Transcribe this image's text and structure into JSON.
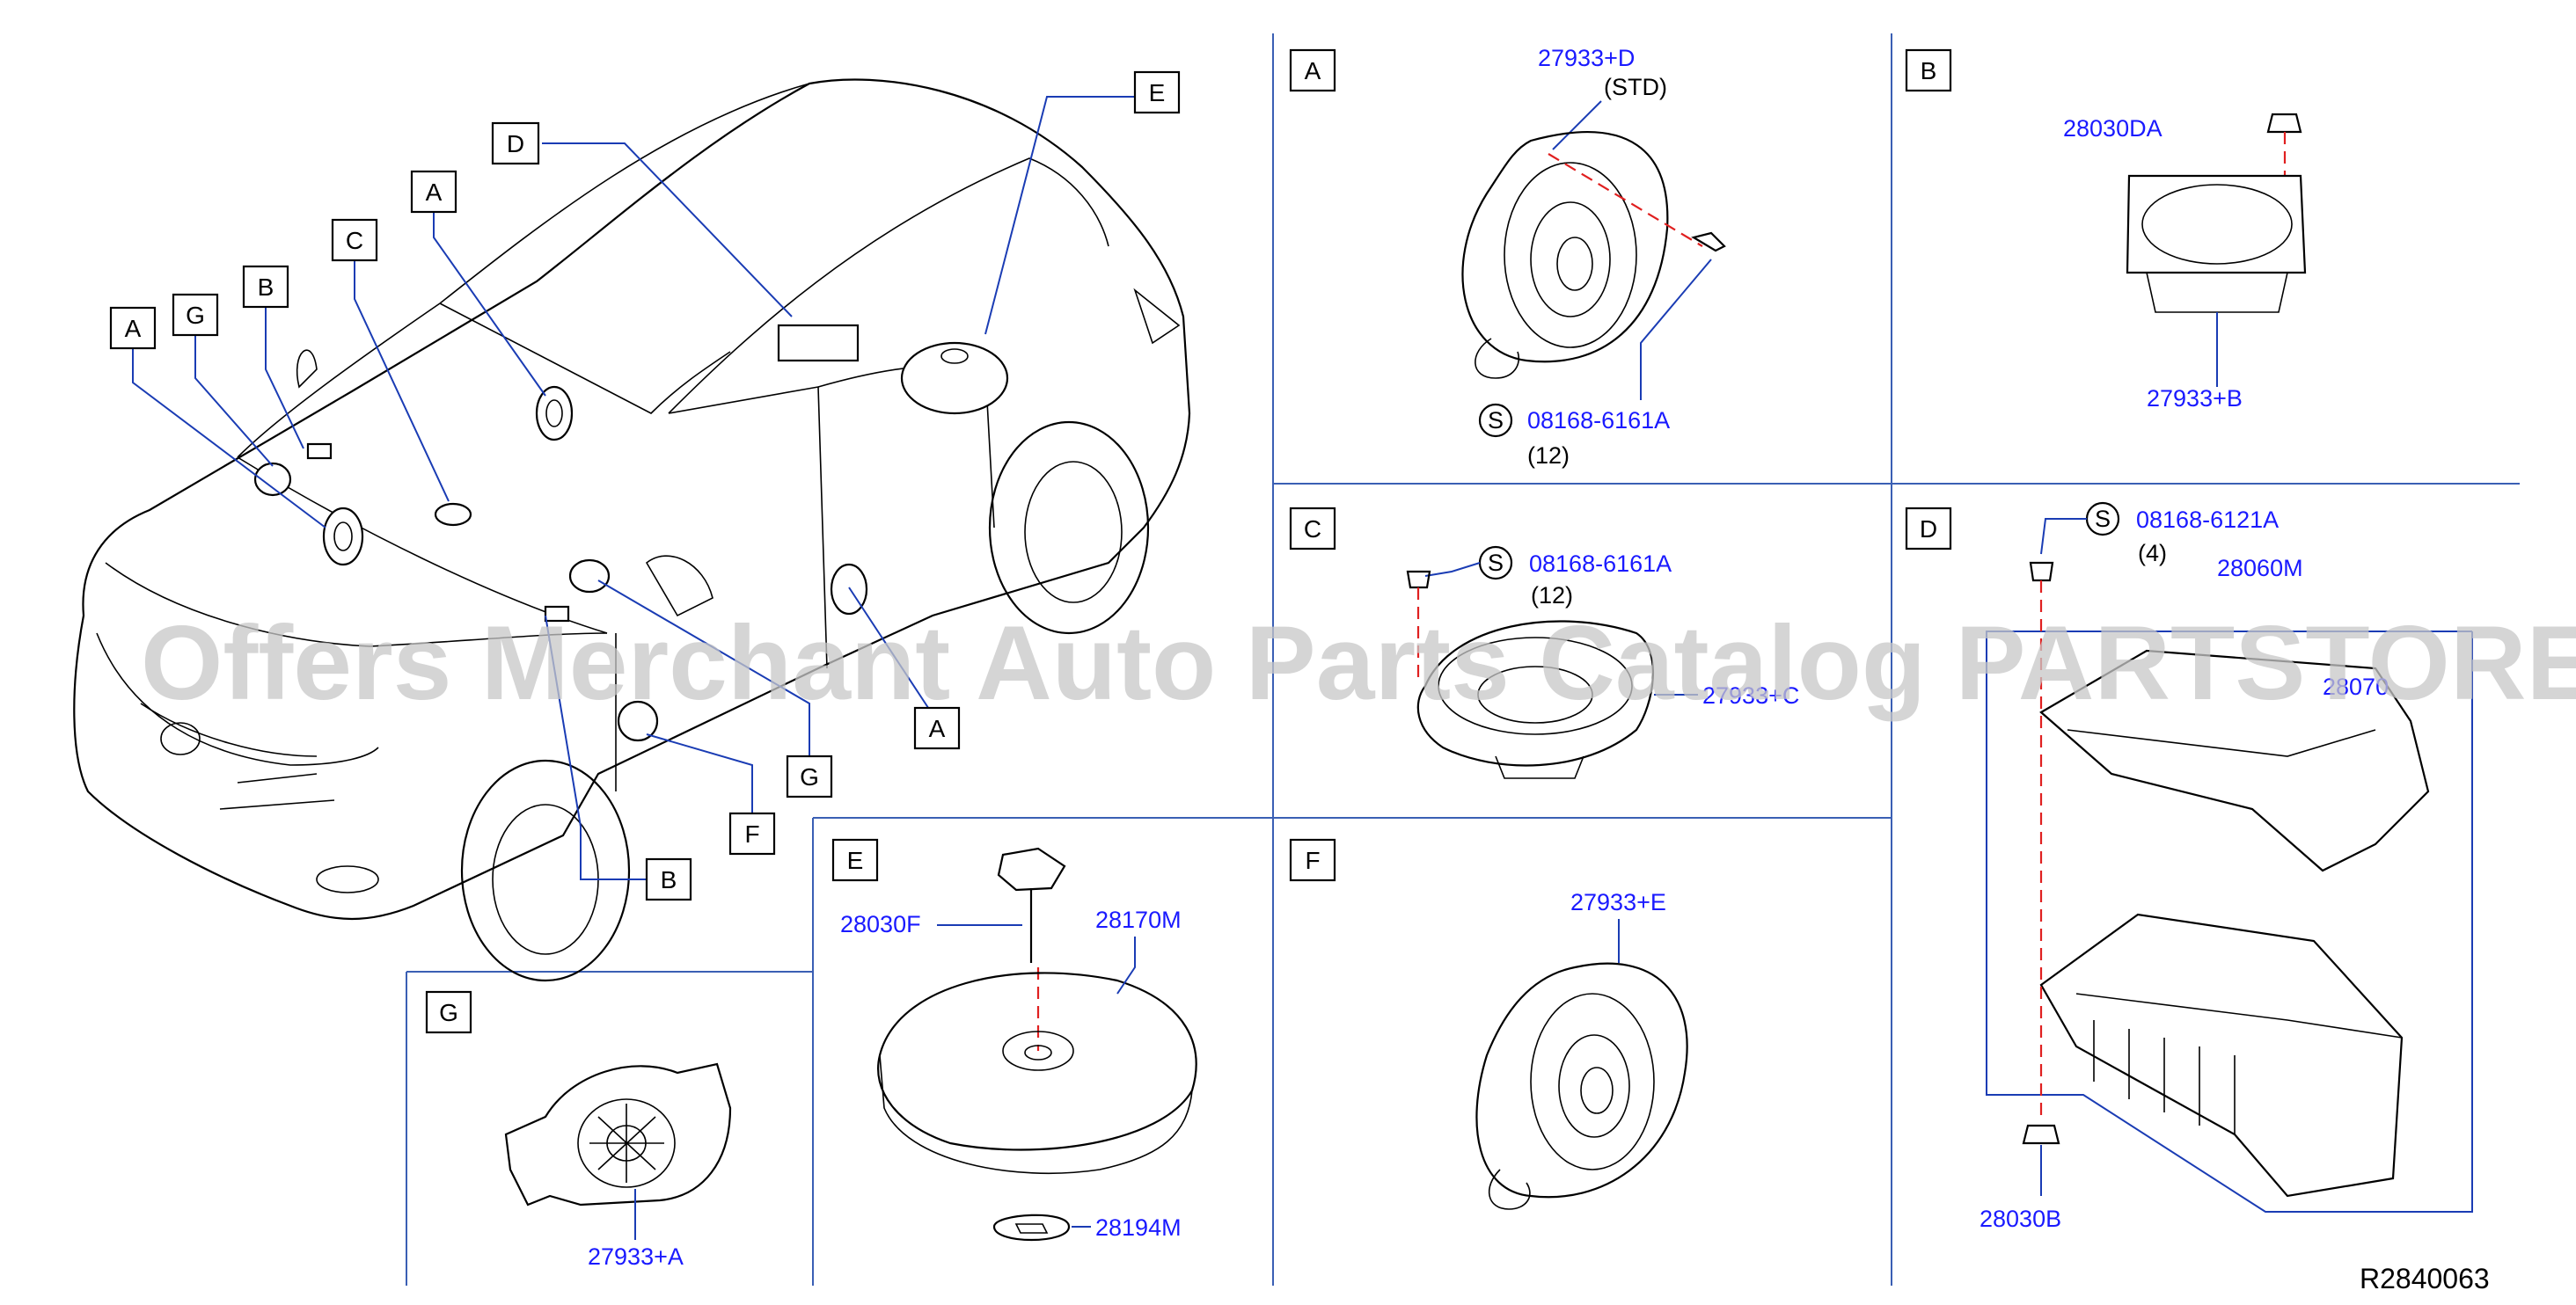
{
  "callouts": {
    "A": "A",
    "B": "B",
    "C": "C",
    "D": "D",
    "E": "E",
    "F": "F",
    "G": "G"
  },
  "panels": {
    "A": {
      "letter": "A",
      "part_main": "27933+D",
      "note_main": "(STD)",
      "screw_symbol": "S",
      "screw_part": "08168-6161A",
      "screw_qty": "(12)"
    },
    "B": {
      "letter": "B",
      "part_top": "28030DA",
      "part_main": "27933+B"
    },
    "C": {
      "letter": "C",
      "screw_symbol": "S",
      "screw_part": "08168-6161A",
      "screw_qty": "(12)",
      "part_main": "27933+C"
    },
    "D": {
      "letter": "D",
      "screw_symbol": "S",
      "screw_part": "08168-6121A",
      "screw_qty": "(4)",
      "part_bracket": "28060M",
      "part_unit": "28070",
      "part_nut": "28030B"
    },
    "E": {
      "letter": "E",
      "part_bolt": "28030F",
      "part_sub": "28170M",
      "part_plate": "28194M"
    },
    "F": {
      "letter": "F",
      "part_main": "27933+E"
    },
    "G": {
      "letter": "G",
      "part_main": "27933+A"
    }
  },
  "watermark": "Offers Merchant Auto Parts Catalog PARTSTORE.SA",
  "diagram_ref": "R2840063",
  "colors": {
    "part_text": "#1a1aff",
    "divider": "#3a5fb4",
    "dash": "#e02020"
  }
}
